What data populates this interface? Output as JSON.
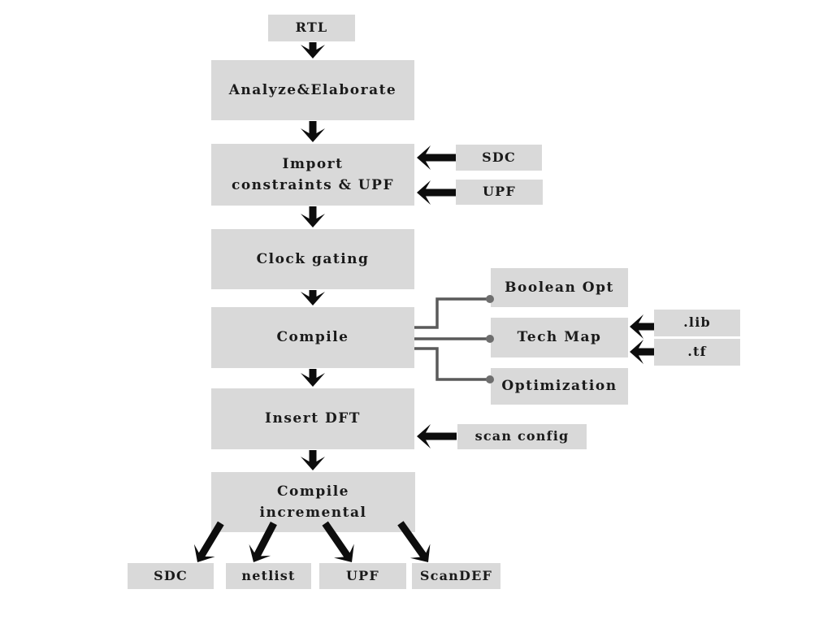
{
  "colors": {
    "box_fill": "#d9d9d9",
    "arrow_black": "#0d0d0d",
    "connector_gray": "#5a5a5a",
    "dot_gray": "#6e6e6e",
    "text": "#1a1a1a",
    "background": "#ffffff"
  },
  "nodes": {
    "rtl": "RTL",
    "analyze_elaborate": "Analyze&Elaborate",
    "import_constraints": "Import\nconstraints & UPF",
    "clock_gating": "Clock gating",
    "compile": "Compile",
    "insert_dft": "Insert DFT",
    "compile_incremental": "Compile\nincremental",
    "sdc_input": "SDC",
    "upf_input": "UPF",
    "boolean_opt": "Boolean Opt",
    "tech_map": "Tech Map",
    "optimization": "Optimization",
    "lib_input": ".lib",
    "tf_input": ".tf",
    "scan_config_input": "scan config",
    "sdc_output": "SDC",
    "netlist_output": "netlist",
    "upf_output": "UPF",
    "scandef_output": "ScanDEF"
  }
}
